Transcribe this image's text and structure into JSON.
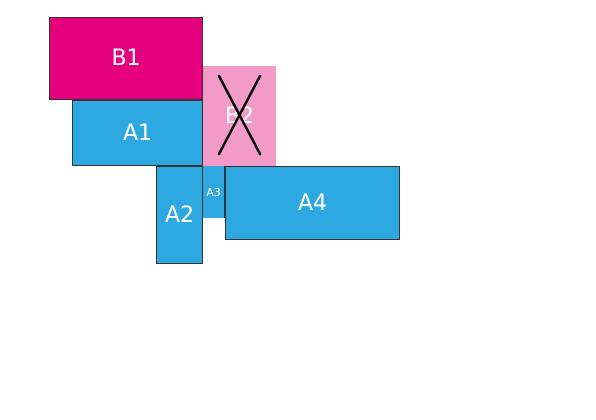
{
  "blocks": {
    "b1": {
      "label": "B1",
      "color": "#e5007e"
    },
    "a1": {
      "label": "A1",
      "color": "#2ea8e0"
    },
    "b2": {
      "label": "B2",
      "color": "#f29bc9",
      "crossed_out": true
    },
    "a2": {
      "label": "A2",
      "color": "#2ea8e0"
    },
    "a3": {
      "label": "A3",
      "color": "#2ea8e0"
    },
    "a4": {
      "label": "A4",
      "color": "#2ea8e0"
    }
  }
}
